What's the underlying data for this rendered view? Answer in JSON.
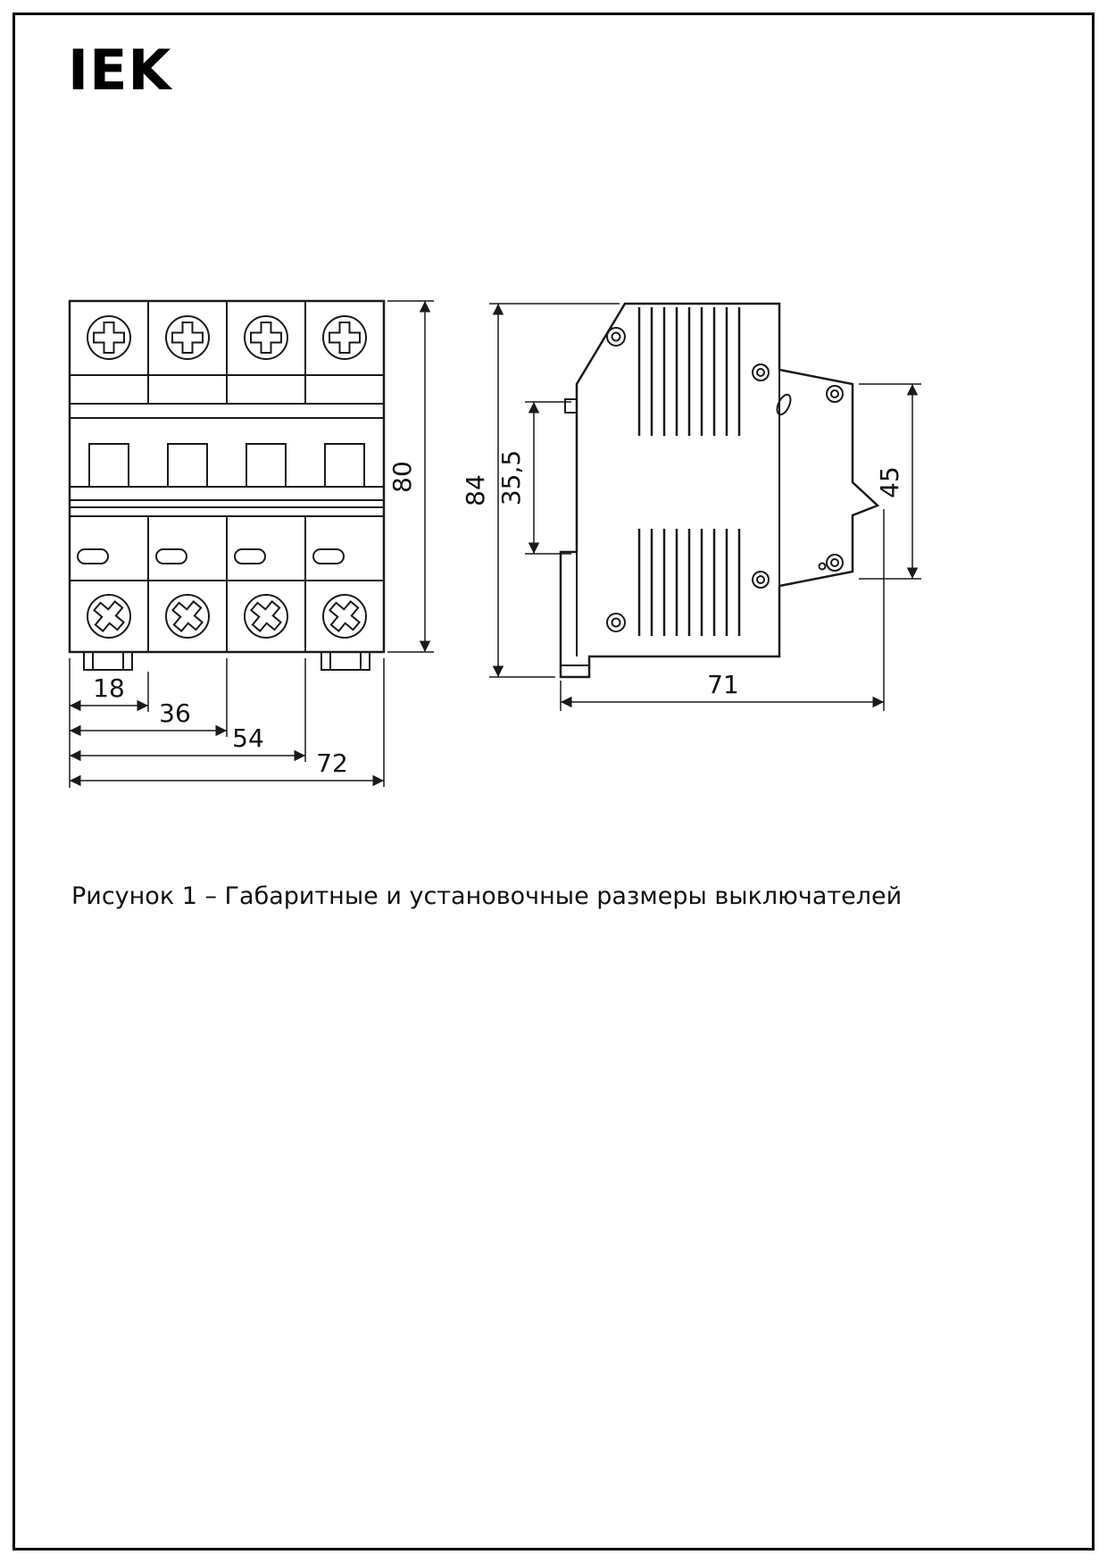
{
  "page": {
    "logo": "IEK",
    "caption": "Рисунок 1 – Габаритные и установочные размеры выключателей"
  },
  "front_view": {
    "height": "80",
    "width_1": "18",
    "width_2": "36",
    "width_3": "54",
    "width_4": "72"
  },
  "side_view": {
    "height": "84",
    "rail_offset": "35,5",
    "flange_height": "45",
    "depth": "71"
  }
}
